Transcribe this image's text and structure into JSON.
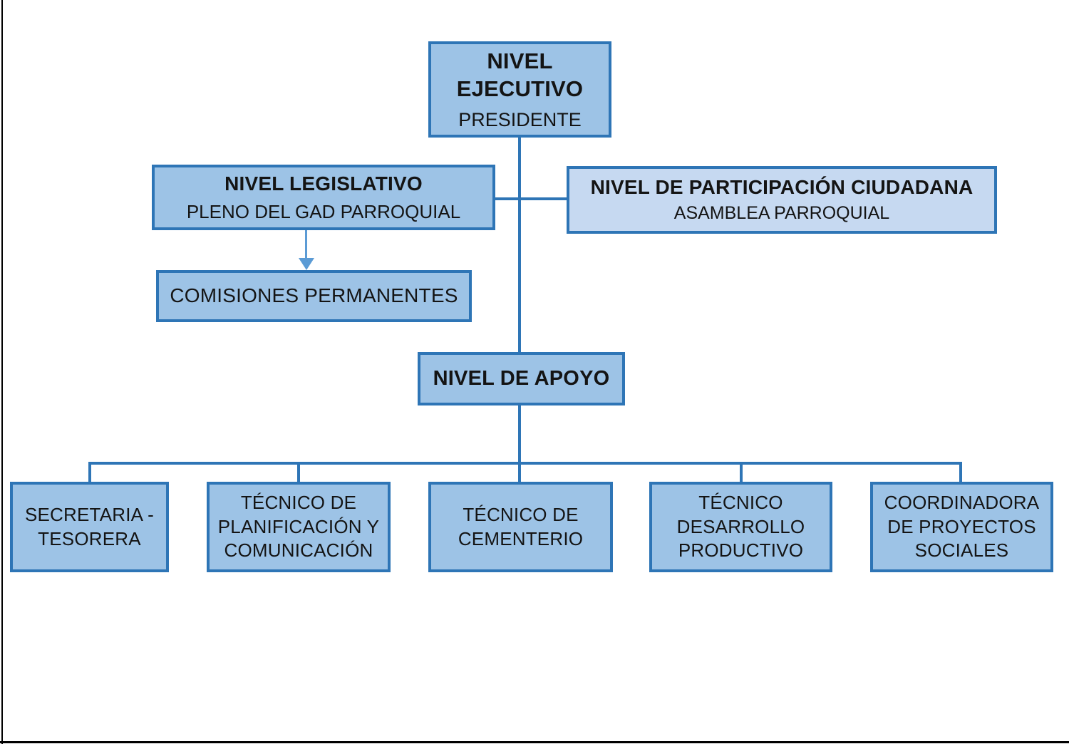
{
  "diagram": {
    "type": "org-chart",
    "language": "es",
    "description": "Estructura organizacional del GAD Parroquial"
  },
  "nodes": {
    "ejecutivo": {
      "title": "NIVEL\nEJECUTIVO",
      "subtitle": "PRESIDENTE"
    },
    "legislativo": {
      "title": "NIVEL LEGISLATIVO",
      "subtitle": "PLENO DEL GAD PARROQUIAL"
    },
    "participacion": {
      "title": "NIVEL DE PARTICIPACIÓN CIUDADANA",
      "subtitle": "ASAMBLEA PARROQUIAL"
    },
    "comisiones": {
      "title": "COMISIONES PERMANENTES"
    },
    "apoyo": {
      "title": "NIVEL DE APOYO"
    },
    "secretaria": {
      "title": "SECRETARIA -\nTESORERA"
    },
    "planificacion": {
      "title": "TÉCNICO DE\nPLANIFICACIÓN Y\nCOMUNICACIÓN"
    },
    "cementerio": {
      "title": "TÉCNICO DE\nCEMENTERIO"
    },
    "productivo": {
      "title": "TÉCNICO\nDESARROLLO\nPRODUCTIVO"
    },
    "coordinadora": {
      "title": "COORDINADORA\nDE PROYECTOS\nSOCIALES"
    }
  },
  "edges": [
    {
      "from": "NIVEL EJECUTIVO",
      "to": "NIVEL DE APOYO",
      "style": "line"
    },
    {
      "from": "NIVEL LEGISLATIVO",
      "to": "NIVEL DE PARTICIPACIÓN CIUDADANA",
      "style": "line"
    },
    {
      "from": "NIVEL LEGISLATIVO",
      "to": "COMISIONES PERMANENTES",
      "style": "arrow-down"
    },
    {
      "from": "NIVEL DE APOYO",
      "to": "SECRETARIA - TESORERA",
      "style": "line"
    },
    {
      "from": "NIVEL DE APOYO",
      "to": "TÉCNICO DE PLANIFICACIÓN Y COMUNICACIÓN",
      "style": "line"
    },
    {
      "from": "NIVEL DE APOYO",
      "to": "TÉCNICO DE CEMENTERIO",
      "style": "line"
    },
    {
      "from": "NIVEL DE APOYO",
      "to": "TÉCNICO DESARROLLO PRODUCTIVO",
      "style": "line"
    },
    {
      "from": "NIVEL DE APOYO",
      "to": "COORDINADORA DE PROYECTOS SOCIALES",
      "style": "line"
    }
  ],
  "colors": {
    "node_fill": "#9dc3e6",
    "node_fill_light": "#c6d9f1",
    "node_border": "#2e75b6",
    "connector": "#2e75b6",
    "arrow": "#5b9bd5",
    "text": "#141414",
    "page_border": "#000000",
    "background": "#ffffff"
  }
}
